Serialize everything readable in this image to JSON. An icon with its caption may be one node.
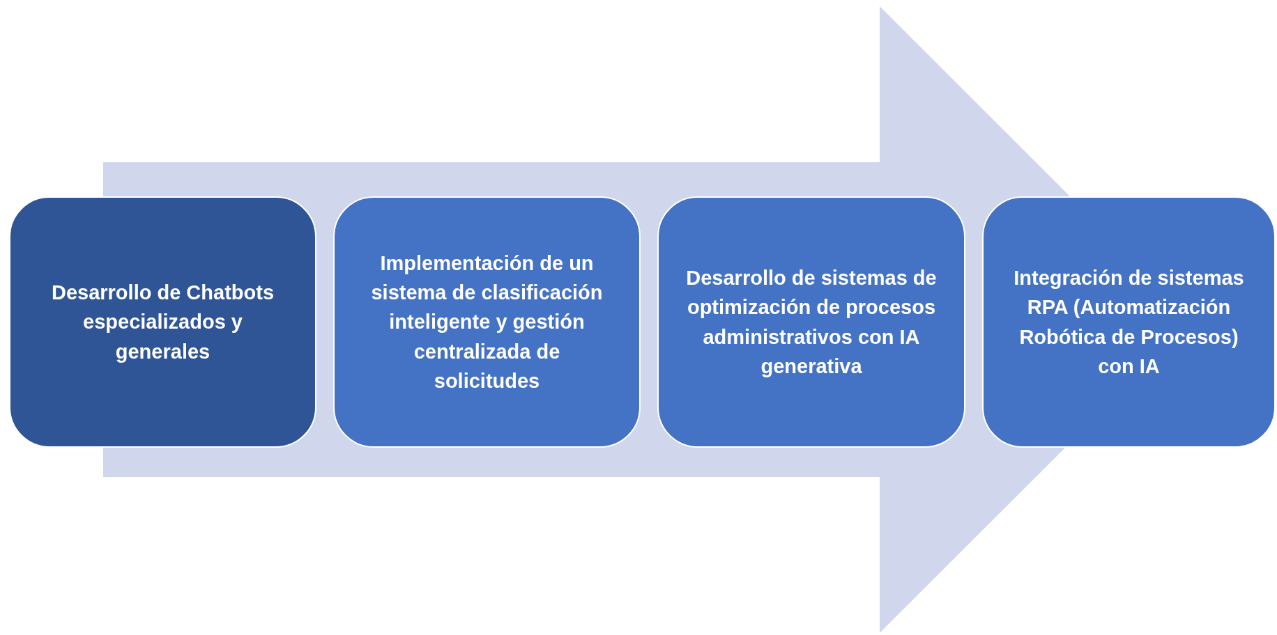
{
  "diagram": {
    "nodes": [
      {
        "text": [
          "Desarrollo de Chatbots especializados y generales"
        ]
      },
      {
        "text": [
          "Implementación de un sistema de clasificación inteligente y gestión centralizada de solicitudes"
        ]
      },
      {
        "text": [
          "Desarrollo de sistemas de optimización de procesos administrativos con IA generativa"
        ]
      },
      {
        "text": [
          "Integración de sistemas RPA (Automatización Robótica de Procesos) con IA"
        ]
      }
    ],
    "edges": [
      {
        "from": 0,
        "to": 3,
        "arrow": "to"
      }
    ]
  }
}
